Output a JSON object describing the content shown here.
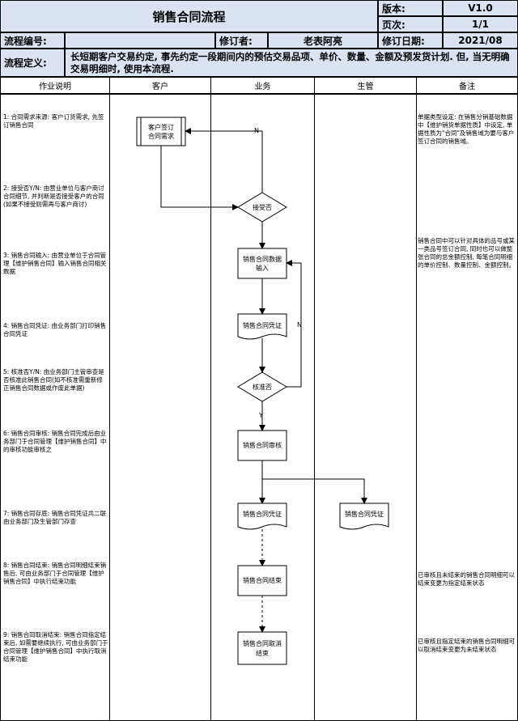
{
  "header": {
    "title": "销售合同流程",
    "version_label": "版本:",
    "version_value": "V1.0",
    "page_label": "页次:",
    "page_value": "1/1",
    "flow_no_label": "流程编号:",
    "flow_no_value": "",
    "reviser_label": "修订者:",
    "reviser_value": "老表阿亮",
    "revise_date_label": "修订日期:",
    "revise_date_value": "2021/08",
    "definition_label": "流程定义:",
    "definition_text": "长短期客户交易约定, 事先约定一段期间内的预估交易品项、单价、数量、金额及预发货计划. 但, 当无明确交易明细时, 使用本流程."
  },
  "columns": [
    "作业说明",
    "客户",
    "业务",
    "生管",
    "备注"
  ],
  "steps": [
    "1: 合同需求来源: 客户订货需求, 先签订销售合同",
    "2: 接受否Y/N: 由营业单位与客户商讨合同细节, 并判断是否接受客户的合同(如果不接受则需再与客户商讨)",
    "3: 销售合同输入: 由营业单位于合同管理【维护销售合同】输入销售合同相关数据",
    "4: 销售合同凭证: 由业务部门打印销售合同凭证",
    "5: 核准否Y/N: 由业务部门主管审查是否核准此销售合同(如不核准需重新修正销售合同数据或作废此单据)",
    "6: 销售合同审核: 销售合同完成后由业务部门于合同管理【维护销售合同】中的审核功能审核之",
    "7: 销售合同存底: 销售合同凭证共二联由业务部门及生管部门存查",
    "8: 销售合同结束: 销售合同明细结束销售后, 可由业务部门于合同管理【维护销售合同】中执行结束功能",
    "9: 销售合同取消结束: 销售合同指定结束后, 如需要继续执行, 可由业务部门于合同管理【维护销售合同】中执行取消结束功能"
  ],
  "notes": [
    "单据类型设定: 在销售分销基础数据中【维护销货单据性质】中设定, 单据性质为\"合同\"及销售域为要与客户签订合同的销售域。",
    "销售合同中可以针对具体的品号或某一类品号签订合同, 同时也可以做整张合同的总金额控制, 每笔合同明细的单价控制、数量控制、金额控制。",
    "已审核且未结束的销售合同明细可以结束变更为指定结束状态",
    "已审核且指定结束的销售合同明细可以取消结束变更为未结束状态"
  ],
  "flow": {
    "customer_sign": "客户签订合同需求",
    "accept": "接受否",
    "input": "销售合同数据输入",
    "voucher": "销售合同凭证",
    "approve": "核准否",
    "review": "销售合同审核",
    "voucher_business": "销售合同凭证",
    "voucher_production": "销售合同凭证",
    "close": "销售合同结束",
    "cancel_close": "销售合同取消结束",
    "label_n1": "N",
    "label_n2": "N",
    "label_y": "Y"
  }
}
